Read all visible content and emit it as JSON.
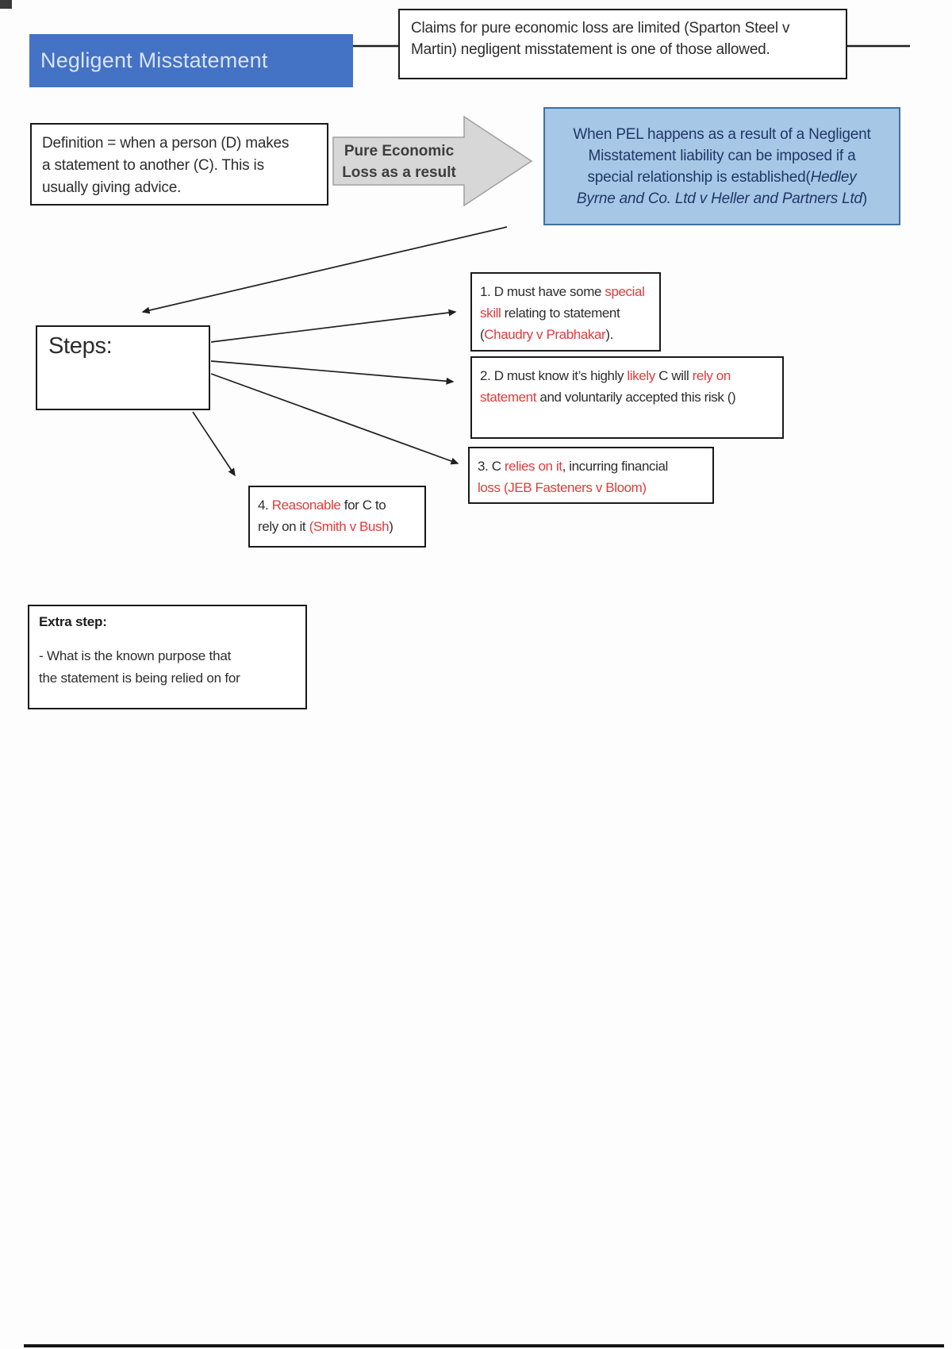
{
  "title_box": {
    "label": "Negligent Misstatement"
  },
  "claims_box": {
    "runs": [
      {
        "t": "Claims for pure economic loss are limited (Sparton Steel v"
      },
      {
        "br": true
      },
      {
        "t": "Martin) negligent misstatement is one of those allowed."
      }
    ]
  },
  "definition_box": {
    "runs": [
      {
        "t": "Definition = when a person (D) makes"
      },
      {
        "br": true
      },
      {
        "t": "a statement to another (C). This is"
      },
      {
        "br": true
      },
      {
        "t": "usually giving advice."
      }
    ]
  },
  "economic_loss_arrow": {
    "label_line1": "Pure Economic",
    "label_line2": "Loss as a result"
  },
  "pel_box": {
    "runs": [
      {
        "t": "When PEL happens as a result of a Negligent"
      },
      {
        "br": true
      },
      {
        "t": "Misstatement liability can be imposed if a"
      },
      {
        "br": true
      },
      {
        "t": "special relationship is established("
      },
      {
        "t": "Hedley",
        "i": 1
      },
      {
        "br": true
      },
      {
        "t": "Byrne and Co. Ltd v Heller and Partners Ltd",
        "i": 1
      },
      {
        "t": ")"
      }
    ]
  },
  "steps_box": {
    "label": "Steps:"
  },
  "step_boxes": {
    "step1": {
      "runs": [
        {
          "t": "1. D must have some "
        },
        {
          "t": "special",
          "red": 1
        },
        {
          "br": true
        },
        {
          "t": "skill",
          "red": 1
        },
        {
          "t": " relating to statement"
        },
        {
          "br": true
        },
        {
          "t": "("
        },
        {
          "t": "Chaudry v Prabhakar",
          "red": 1
        },
        {
          "t": ")."
        }
      ]
    },
    "step2": {
      "runs": [
        {
          "t": "2. D must know it’s highly "
        },
        {
          "t": "likely",
          "red": 1
        },
        {
          "t": " C will "
        },
        {
          "t": "rely on",
          "red": 1
        },
        {
          "br": true
        },
        {
          "t": "statement",
          "red": 1
        },
        {
          "t": " and voluntarily accepted this risk ()"
        }
      ]
    },
    "step3": {
      "runs": [
        {
          "t": "3. C "
        },
        {
          "t": "relies on it",
          "red": 1
        },
        {
          "t": ", incurring financial"
        },
        {
          "br": true
        },
        {
          "t": "loss (JEB Fasteners v Bloom)",
          "red": 1
        }
      ]
    },
    "step4": {
      "runs": [
        {
          "t": "4. "
        },
        {
          "t": "Reasonable",
          "red": 1
        },
        {
          "t": " for C to"
        },
        {
          "br": true
        },
        {
          "t": "rely on it "
        },
        {
          "t": "(Smith v Bush",
          "red": 1
        },
        {
          "t": ")"
        }
      ]
    }
  },
  "extra_step_box": {
    "heading": "Extra step:",
    "runs": [
      {
        "t": "- What is the known purpose that"
      },
      {
        "br": true
      },
      {
        "t": "the statement is being relied on for"
      }
    ]
  },
  "colors": {
    "title_bg": "#4472c4",
    "title_text": "#d9e4f5",
    "pel_bg": "#a7c7e7",
    "pel_border": "#41719c",
    "pel_text": "#1f3864",
    "red": "#e03b3b",
    "dark": "#2d2d2d",
    "arrow_fill": "#d7d7d7",
    "arrow_border": "#a0a0a0"
  }
}
